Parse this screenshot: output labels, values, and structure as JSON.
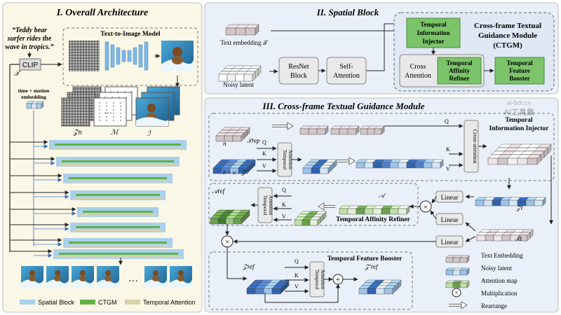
{
  "panels": {
    "overall": {
      "title": "I. Overall Architecture",
      "prompt": [
        "“Teddy bear",
        "surfer rides the",
        "wave in tropics.”"
      ],
      "clip": "CLIP",
      "t2i": "Text-to-Image Model",
      "embed_label": [
        "time + motion",
        "embedding"
      ],
      "zn": "𝒵n",
      "m": "ℳ",
      "i": "ℐ",
      "t": "𝒯",
      "dots": "…",
      "legend": {
        "spatial": "Spatial Block",
        "ctgm": "CTGM",
        "temporal": "Temporal Attention"
      }
    },
    "spatial": {
      "title": "II. Spatial Block",
      "text_embedding": "Text embedding 𝒯",
      "noisy_latent": "Noisy latent",
      "resnet": [
        "ResNet",
        "Block"
      ],
      "self_attn": [
        "Self-",
        "Attention"
      ],
      "ctgm_title": [
        "Cross-frame Textual",
        "Guidance Module",
        "(CTGM)"
      ],
      "tii": [
        "Temporal",
        "Information",
        "Injector"
      ],
      "cross_attn": [
        "Cross",
        "Attention"
      ],
      "tar": [
        "Temporal",
        "Affinity",
        "Refiner"
      ],
      "tfb": [
        "Temporal",
        "Feature",
        "Booster"
      ]
    },
    "ctgm": {
      "title": "III. Cross-frame Textual Guidance Module",
      "trep": "𝒯rep",
      "n": "n",
      "hw": "h × w",
      "z": "𝒵",
      "q": "Q",
      "k": "K",
      "v": "V",
      "temporal_attn": [
        "Temporal",
        "Attention"
      ],
      "cross_attn_vert": "Cross-attention",
      "tii_title": [
        "Temporal",
        "Information Injector"
      ],
      "linear": "Linear",
      "zt": "𝒵t",
      "tz": "𝒯z",
      "aref": "𝒜ref",
      "a": "𝒜",
      "tar_title": "Temporal Affinity Refiner",
      "tfb_title": "Temporal Feature Booster",
      "zref": "𝒵ref",
      "zref_prime": "𝒵′ref",
      "times": "×",
      "plus": "+",
      "legend": {
        "text_embedding": "Text Embedding",
        "noisy_latent": "Noisy latent",
        "attention_map": "Attention map",
        "multiplication": "Multiplication",
        "rearrange": "Rearrange"
      }
    }
  },
  "watermark": [
    "ai-bot.cn",
    "AI工具集"
  ],
  "colors": {
    "spatial": "#a9d0ee",
    "ctgm": "#5fb342",
    "temporal": "#d8d2a8",
    "text_embed": "#d2c6c8",
    "latent": "#2f63b0",
    "attn_green": "#6aa24a",
    "panel_bg": "#fbf7e6",
    "panel2_bg": "#eaf0f9"
  }
}
